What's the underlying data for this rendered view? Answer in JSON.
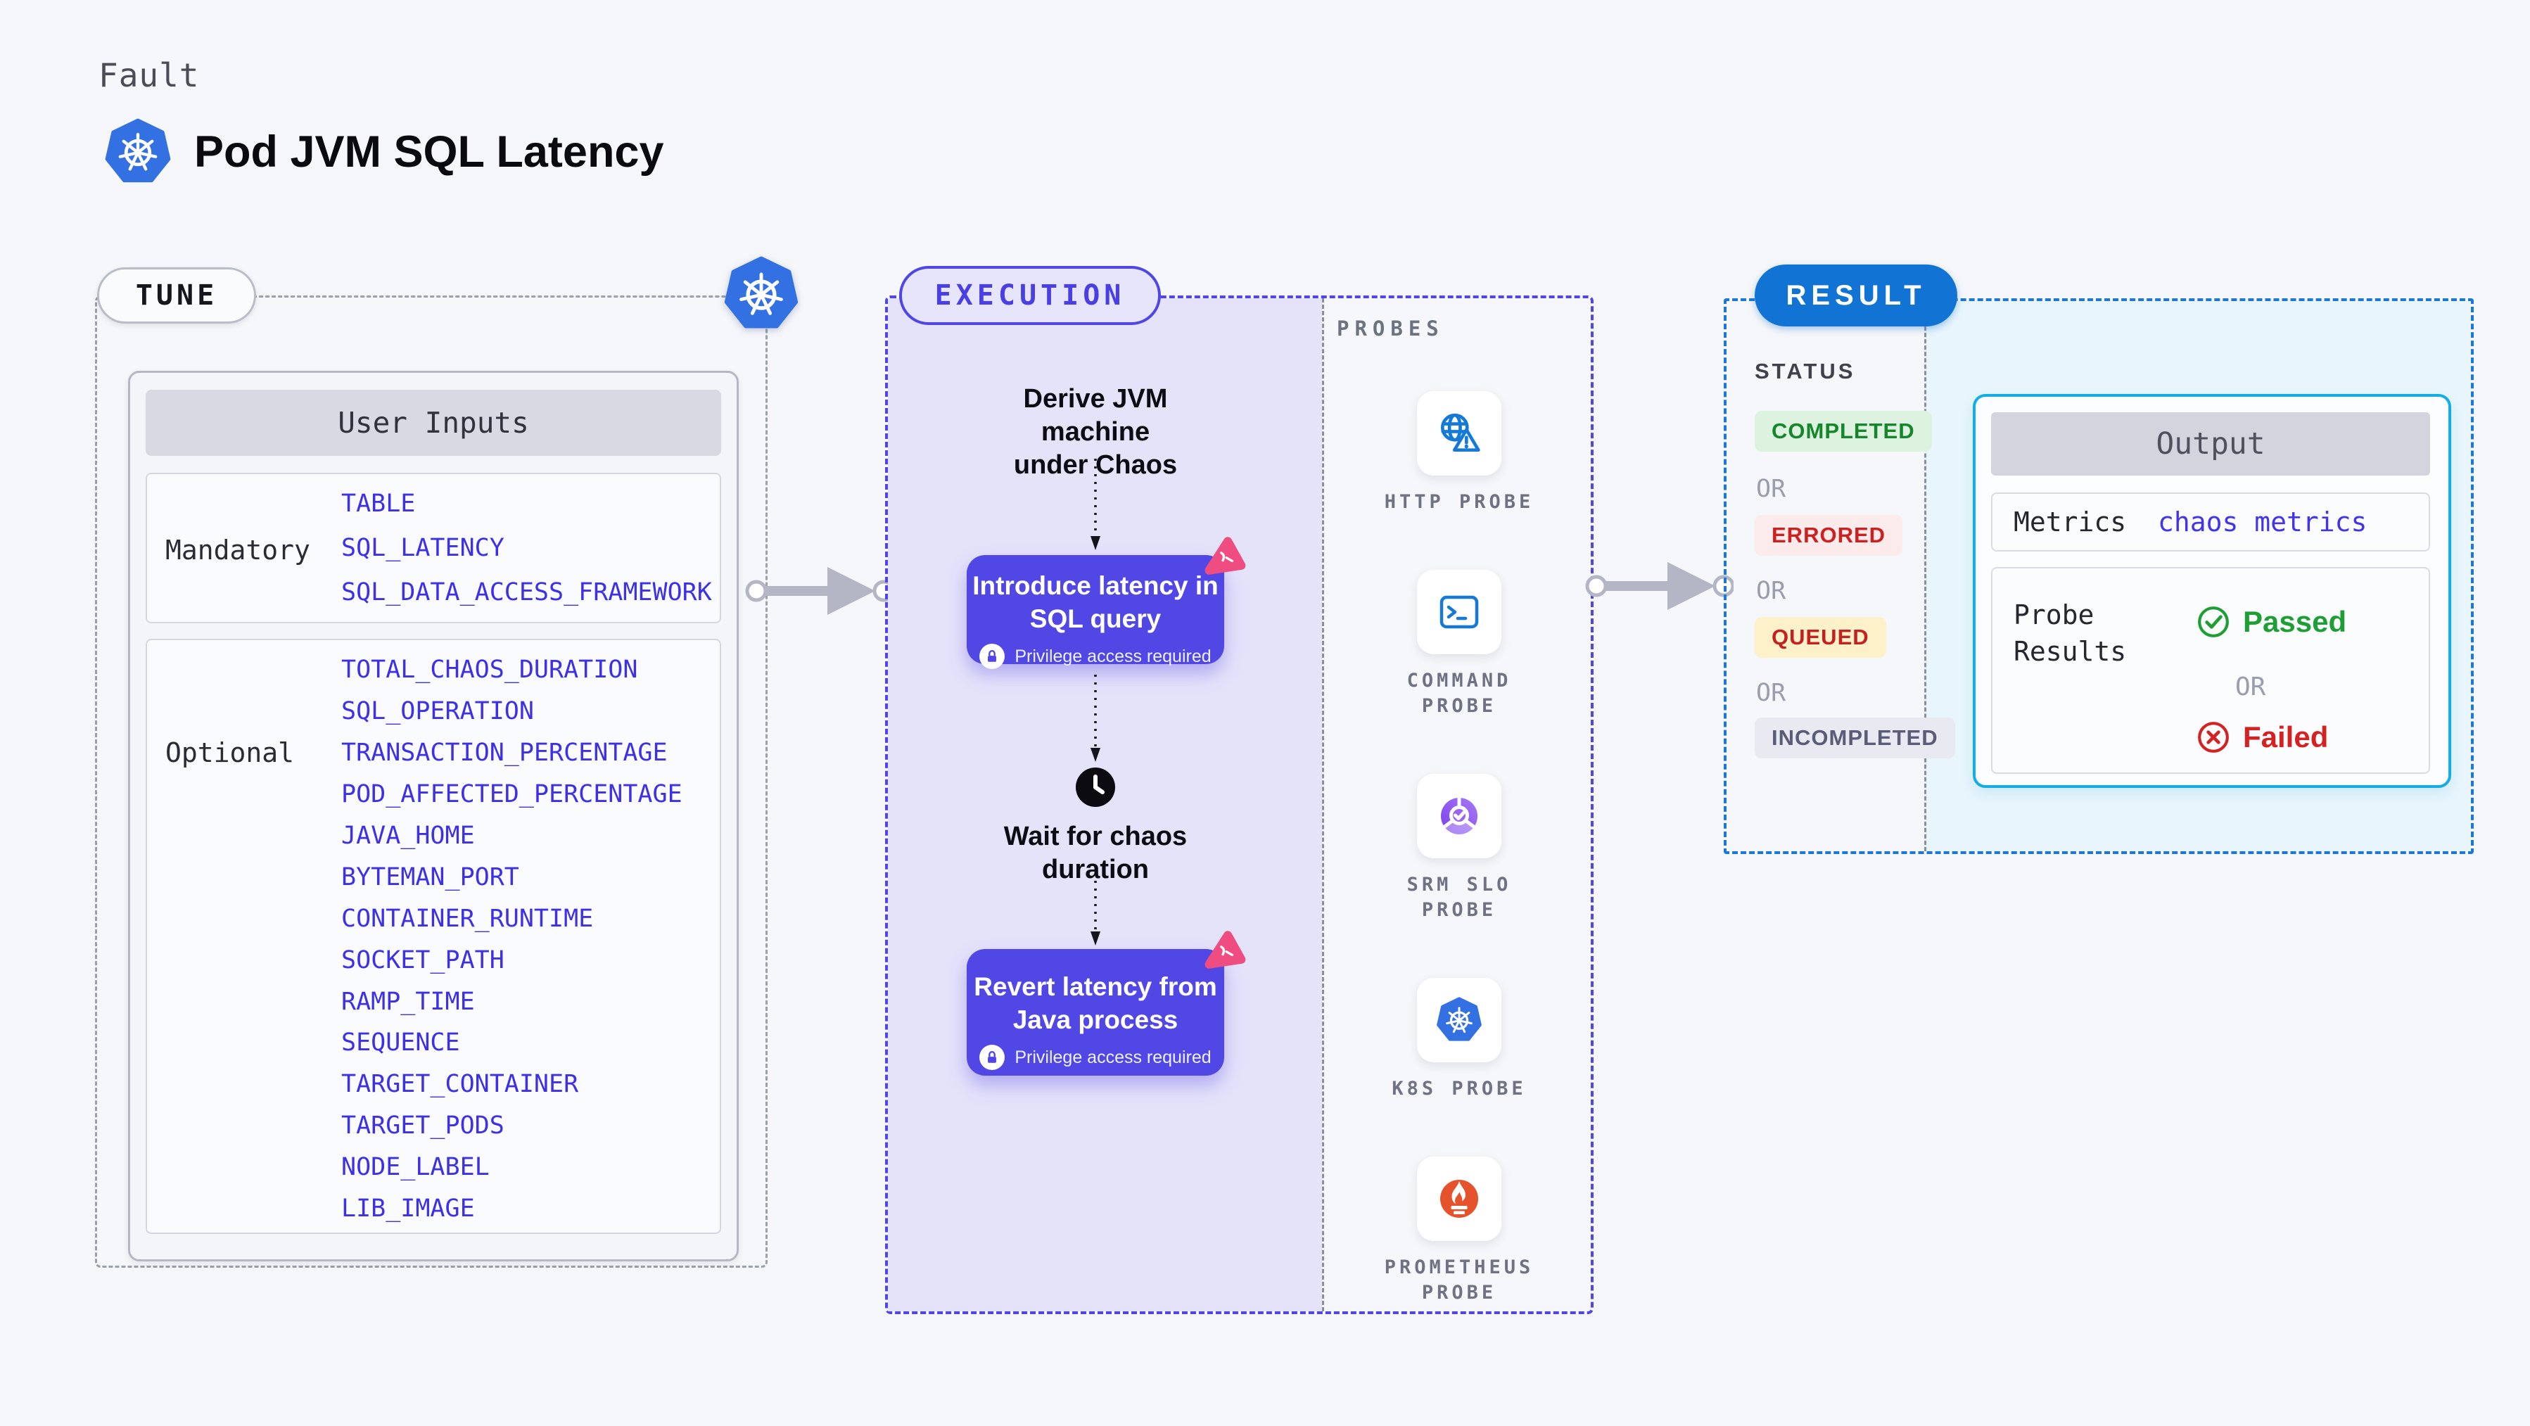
{
  "page": {
    "kicker": "Fault",
    "title": "Pod JVM SQL Latency"
  },
  "tune": {
    "pill": "TUNE",
    "user_inputs": {
      "header": "User Inputs",
      "mandatory": {
        "label": "Mandatory",
        "values": [
          "TABLE",
          "SQL_LATENCY",
          "SQL_DATA_ACCESS_FRAMEWORK"
        ]
      },
      "optional": {
        "label": "Optional",
        "values": [
          "TOTAL_CHAOS_DURATION",
          "SQL_OPERATION",
          "TRANSACTION_PERCENTAGE",
          "POD_AFFECTED_PERCENTAGE",
          "JAVA_HOME",
          "BYTEMAN_PORT",
          "CONTAINER_RUNTIME",
          "SOCKET_PATH",
          "RAMP_TIME",
          "SEQUENCE",
          "TARGET_CONTAINER",
          "TARGET_PODS",
          "NODE_LABEL",
          "LIB_IMAGE"
        ]
      }
    }
  },
  "execution": {
    "pill": "EXECUTION",
    "steps": {
      "derive_lines": [
        "Derive JVM machine",
        "under Chaos"
      ],
      "introduce_lines": [
        "Introduce latency in",
        "SQL query"
      ],
      "wait_lines": [
        "Wait for chaos",
        "duration"
      ],
      "revert_lines": [
        "Revert latency from",
        "Java process"
      ],
      "privilege": "Privilege access required"
    },
    "probes": {
      "header": "PROBES",
      "items": [
        {
          "icon": "http-probe-icon",
          "label": "HTTP PROBE"
        },
        {
          "icon": "command-probe-icon",
          "label": "COMMAND PROBE"
        },
        {
          "icon": "srm-slo-probe-icon",
          "label": "SRM SLO PROBE"
        },
        {
          "icon": "k8s-probe-icon",
          "label": "K8S PROBE"
        },
        {
          "icon": "prometheus-probe-icon",
          "label": "PROMETHEUS PROBE"
        }
      ]
    }
  },
  "result": {
    "pill": "RESULT",
    "status": {
      "header": "STATUS",
      "or": "OR",
      "badges": [
        {
          "label": "COMPLETED",
          "bg": "#ddf3df",
          "color": "#15862b"
        },
        {
          "label": "ERRORED",
          "bg": "#fcebeb",
          "color": "#cc2121"
        },
        {
          "label": "QUEUED",
          "bg": "#fcf1c9",
          "color": "#c32121"
        },
        {
          "label": "INCOMPLETED",
          "bg": "#e9e9f2",
          "color": "#5b5d78"
        }
      ]
    },
    "output": {
      "header": "Output",
      "metrics_label": "Metrics",
      "metrics_value": "chaos metrics",
      "probe_results_label": "Probe Results",
      "passed": "Passed",
      "or": "OR",
      "failed": "Failed"
    }
  },
  "colors": {
    "background": "#f6f7fa",
    "accent_purple": "#4f46e5",
    "lavender_bg": "#e5e3fa",
    "env_var_blue": "#3d30e5",
    "k8s_blue": "#3371e3",
    "result_blue": "#1174d4",
    "result_dash_blue": "#1b79d5",
    "output_border_cyan": "#14aee4",
    "output_panel_blue": "#e8f5fc",
    "passed_green": "#1f9e35",
    "failed_red": "#d42222",
    "chaos_pink": "#ef4d82",
    "prometheus_orange": "#e6522c",
    "probe_icon_blue": "#1479d7",
    "arrow_gray": "#b4b6c6"
  }
}
